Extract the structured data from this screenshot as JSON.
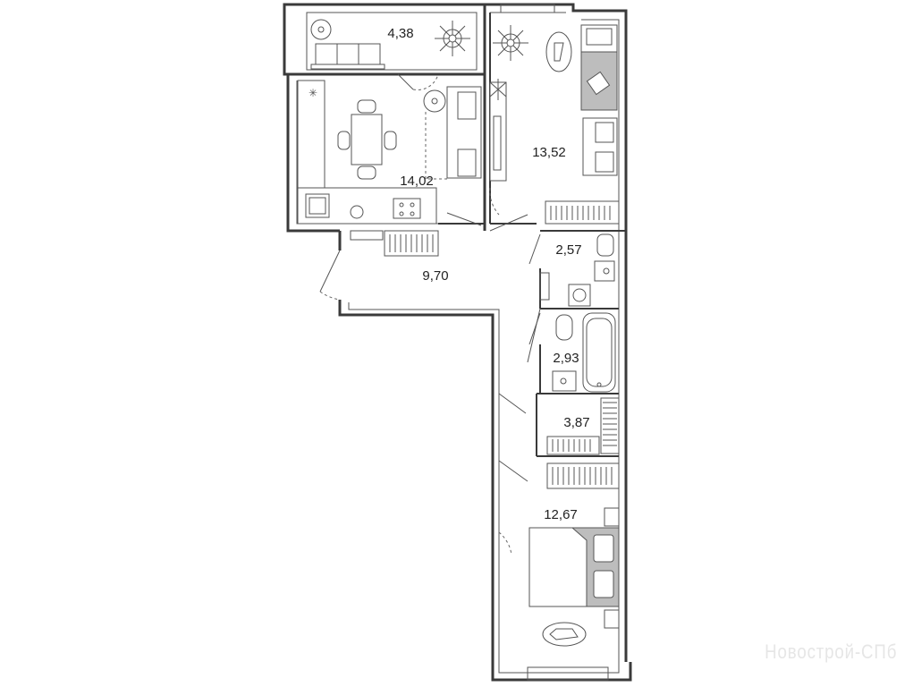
{
  "rooms": [
    {
      "id": "balcony",
      "area": "4,38"
    },
    {
      "id": "kitchen-living",
      "area": "14,02"
    },
    {
      "id": "bedroom-1",
      "area": "13,52"
    },
    {
      "id": "hallway",
      "area": "9,70"
    },
    {
      "id": "bathroom-1",
      "area": "2,57"
    },
    {
      "id": "bathroom-2",
      "area": "2,93"
    },
    {
      "id": "wardrobe",
      "area": "3,87"
    },
    {
      "id": "bedroom-2",
      "area": "12,67"
    }
  ],
  "watermark": "Новострой-СПб"
}
